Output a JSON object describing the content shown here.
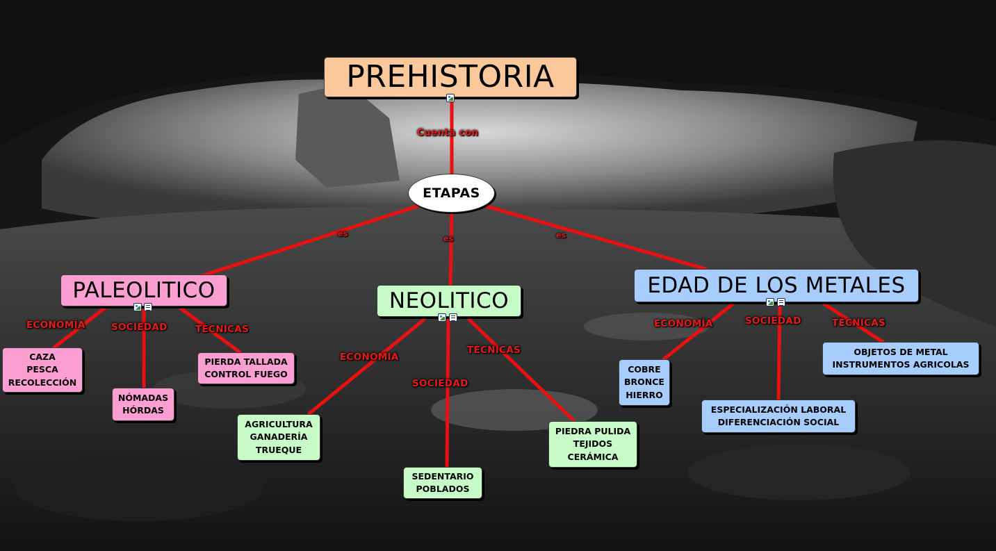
{
  "diagram": {
    "root": "PREHISTORIA",
    "root_link": "Cuenta con",
    "hub": "ETAPAS",
    "stage_link": "es",
    "stages": [
      {
        "title": "PALEOLITICO",
        "labels": [
          "ECONOMÍA",
          "SOCIEDAD",
          "TÉCNICAS"
        ],
        "items": [
          "CAZA\nPESCA\nRECOLECCIÓN",
          "NÓMADAS\nHÓRDAS",
          "PIERDA TALLADA\nCONTROL FUEGO"
        ]
      },
      {
        "title": "NEOLITICO",
        "labels": [
          "ECONOMIA",
          "SOCIEDAD",
          "TÉCNICAS"
        ],
        "items": [
          "AGRICULTURA\nGANADERÍA\nTRUEQUE",
          "SEDENTARIO\nPOBLADOS",
          "PIEDRA PULIDA\nTEJIDOS\nCERÁMICA"
        ]
      },
      {
        "title": "EDAD DE LOS METALES",
        "labels": [
          "ECONOMÍA",
          "SOCIEDAD",
          "TÉCNICAS"
        ],
        "items": [
          "COBRE\nBRONCE\nHIERRO",
          "ESPECIALIZACIÓN LABORAL\nDIFERENCIACIÓN SOCIAL",
          "OBJETOS DE METAL\nINSTRUMENTOS AGRICOLAS"
        ]
      }
    ]
  },
  "colors": {
    "link": "#e81010",
    "label": "#e31b1b",
    "root_fill": "#fac89b",
    "paleolitico_fill": "#fb9ed2",
    "neolitico_fill": "#c7fbc7",
    "metales_fill": "#a6cdfb"
  },
  "icons": [
    "image-icon",
    "document-icon"
  ]
}
